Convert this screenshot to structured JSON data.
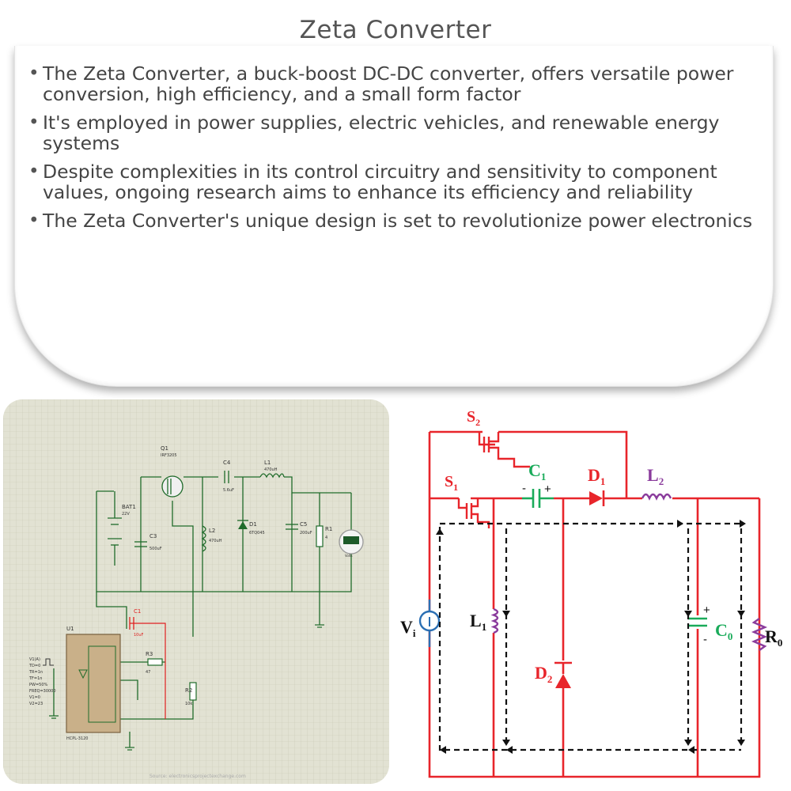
{
  "title": "Zeta Converter",
  "bullets": [
    "The Zeta Converter, a buck-boost DC-DC converter, offers versatile power conversion, high efficiency, and a small form factor",
    "It's employed in power supplies, electric vehicles, and renewable energy systems",
    "Despite complexities in its control circuitry and sensitivity to component values, ongoing research aims to enhance its efficiency and reliability",
    "The Zeta Converter's unique design is set to revolutionize power electronics"
  ],
  "simulation": {
    "components": {
      "q1": "Q1",
      "q1_part": "IRF3205",
      "c4": "C4",
      "c4_val": "5.6uF",
      "l1": "L1",
      "l1_val": "470uH",
      "bat1": "BAT1",
      "bat1_val": "22V",
      "c3": "C3",
      "c3_val": "500uF",
      "l2": "L2",
      "l2_val": "470uH",
      "d1": "D1",
      "d1_part": "6TQ045",
      "c5": "C5",
      "c5_val": "200uF",
      "r1": "R1",
      "r1_val": "4",
      "c1": "C1",
      "c1_val": "10uF",
      "u1": "U1",
      "u1_part": "HCPL-3120",
      "r3": "R3",
      "r3_val": "47",
      "r2": "R2",
      "r2_val": "10k",
      "meter": "Volts"
    },
    "pulse_source": [
      "V1(A)",
      "TD=0",
      "TR=1n",
      "TF=1n",
      "PW=50%",
      "FREQ=30000",
      "V1=0",
      "V2=23"
    ],
    "source_credit": "Source: electronicsprojectexchange.com"
  },
  "schematic": {
    "labels": {
      "s2": "S",
      "s2_sub": "2",
      "s1": "S",
      "s1_sub": "1",
      "c1": "C",
      "c1_sub": "1",
      "d1": "D",
      "d1_sub": "1",
      "l2": "L",
      "l2_sub": "2",
      "vi": "V",
      "vi_sub": "i",
      "l1": "L",
      "l1_sub": "1",
      "d2": "D",
      "d2_sub": "2",
      "c0": "C",
      "c0_sub": "0",
      "r0": "R",
      "r0_sub": "0"
    },
    "colors": {
      "wire": "#e8252b",
      "capacitor": "#1aab5a",
      "inductor": "#8a3b9c",
      "path": "#111111"
    }
  }
}
